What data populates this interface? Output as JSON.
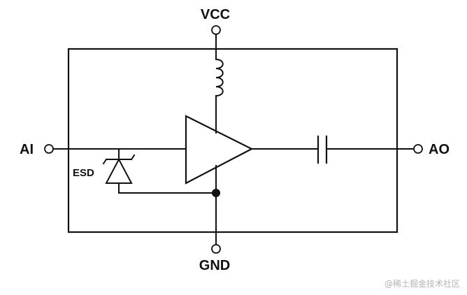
{
  "pins": {
    "vcc": "VCC",
    "gnd": "GND",
    "input": "AI",
    "output": "AO"
  },
  "components": {
    "esd_label": "ESD"
  },
  "watermark": "@稀土掘金技术社区",
  "colors": {
    "line": "#111111",
    "background": "#ffffff",
    "watermark": "#b3b3b3"
  }
}
